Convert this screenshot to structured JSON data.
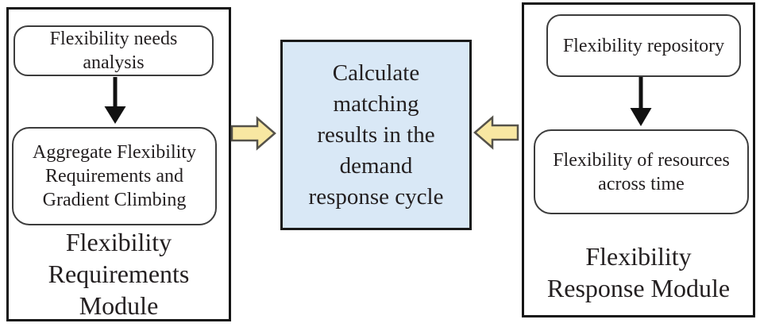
{
  "colors": {
    "background": "#ffffff",
    "module_border": "#151515",
    "node_border": "#3c3c3c",
    "center_box_fill": "#d9e8f6",
    "center_box_border": "#1a1a1a",
    "block_arrow_fill": "#f8e7a2",
    "block_arrow_border": "#55524a",
    "flow_arrow_color": "#111111",
    "text_color": "#231f20"
  },
  "left_module": {
    "title_lines": [
      "Flexibility",
      "Requirements",
      "Module"
    ],
    "node1_lines": [
      "Flexibility needs",
      "analysis"
    ],
    "node2_lines": [
      "Aggregate Flexibility",
      "Requirements and",
      "Gradient Climbing"
    ]
  },
  "center_box": {
    "label_lines": [
      "Calculate",
      "matching",
      "results in the",
      "demand",
      "response cycle"
    ]
  },
  "right_module": {
    "title_lines": [
      "Flexibility",
      "Response Module"
    ],
    "node1_lines": [
      "Flexibility repository"
    ],
    "node2_lines": [
      "Flexibility of resources",
      "across time"
    ]
  },
  "icons": {
    "left_module_flow": "down-arrow",
    "right_module_flow": "down-arrow",
    "left_to_center": "right-block-arrow",
    "right_to_center": "left-block-arrow"
  }
}
